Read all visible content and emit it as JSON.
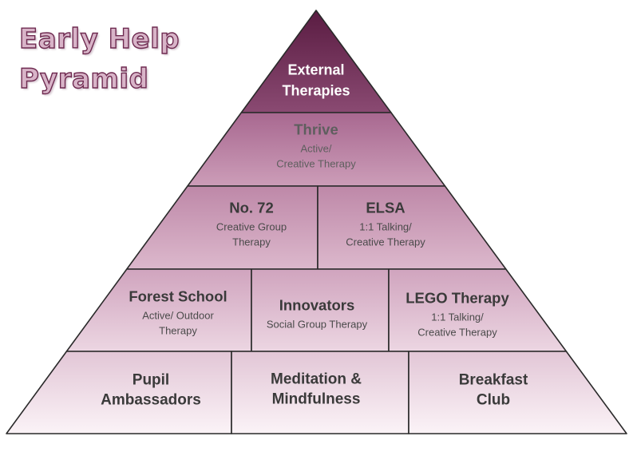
{
  "title": {
    "line1": "Early Help",
    "line2": "Pyramid"
  },
  "colors": {
    "apex_top": "#5a1c42",
    "apex_bottom": "#8a4a72",
    "tier2_top": "#a86890",
    "tier2_bottom": "#cc9db8",
    "tier3_top": "#be88a8",
    "tier3_bottom": "#dcb8cc",
    "tier4_top": "#d0a4be",
    "tier4_bottom": "#ecd6e2",
    "tier5_top": "#e2c6d6",
    "tier5_bottom": "#fbf3f7",
    "outline": "#2a2a2a",
    "heading_text": "#3a3a3a",
    "sub_text": "#4a4a4a",
    "thrive_text": "#5e5e5e"
  },
  "tiers": [
    {
      "blocks": [
        {
          "name_lines": [
            "External",
            "Therapies"
          ],
          "sub_lines": []
        }
      ]
    },
    {
      "blocks": [
        {
          "name_lines": [
            "Thrive"
          ],
          "sub_lines": [
            "Active/",
            "Creative Therapy"
          ]
        }
      ]
    },
    {
      "blocks": [
        {
          "name_lines": [
            "No. 72"
          ],
          "sub_lines": [
            "Creative Group",
            "Therapy"
          ]
        },
        {
          "name_lines": [
            "ELSA"
          ],
          "sub_lines": [
            "1:1 Talking/",
            "Creative Therapy"
          ]
        }
      ]
    },
    {
      "blocks": [
        {
          "name_lines": [
            "Forest School"
          ],
          "sub_lines": [
            "Active/ Outdoor",
            "Therapy"
          ]
        },
        {
          "name_lines": [
            "Innovators"
          ],
          "sub_lines": [
            "Social Group Therapy"
          ]
        },
        {
          "name_lines": [
            "LEGO Therapy"
          ],
          "sub_lines": [
            "1:1 Talking/",
            "Creative Therapy"
          ]
        }
      ]
    },
    {
      "blocks": [
        {
          "name_lines": [
            "Pupil",
            "Ambassadors"
          ],
          "sub_lines": []
        },
        {
          "name_lines": [
            "Meditation &",
            "Mindfulness"
          ],
          "sub_lines": []
        },
        {
          "name_lines": [
            "Breakfast",
            "Club"
          ],
          "sub_lines": []
        }
      ]
    }
  ]
}
